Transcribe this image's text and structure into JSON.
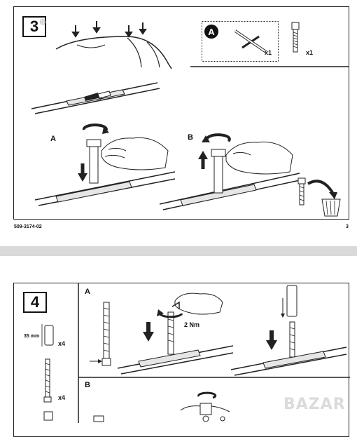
{
  "page_top": {
    "step_number": "3",
    "label_a": "A",
    "label_b": "B",
    "key_icon_letter": "A",
    "tool_qty": "x1",
    "screw_qty": "x1",
    "doc_code": "509-3174-02",
    "page_number": "3"
  },
  "page_bottom": {
    "step_number": "4",
    "label_a": "A",
    "label_b": "B",
    "dimension": "35 mm",
    "qty_1": "x4",
    "qty_2": "x4",
    "torque": "2 Nm"
  },
  "watermark": "BAZAR",
  "colors": {
    "line": "#222222",
    "divider": "#d9d9d9",
    "rail": "#e6e6e6"
  }
}
